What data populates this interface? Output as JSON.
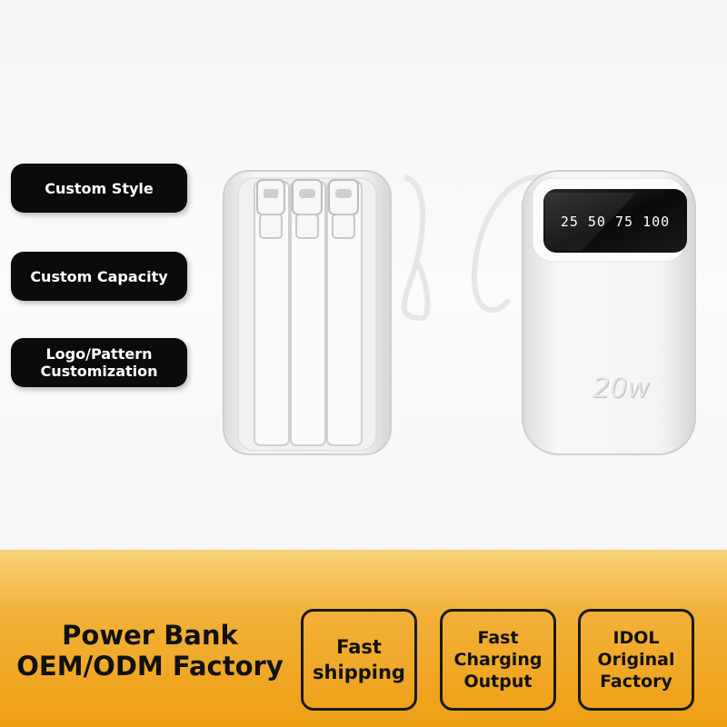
{
  "features": [
    {
      "label": "Custom Style"
    },
    {
      "label": "Custom Capacity"
    },
    {
      "label": "Logo/Pattern\nCustomization"
    }
  ],
  "banner": {
    "title_line1": "Power Bank",
    "title_line2": "OEM/ODM Factory",
    "boxes": [
      {
        "text": "Fast\nshipping"
      },
      {
        "text": "Fast\nCharging\nOutput"
      },
      {
        "text": "IDOL\nOriginal\nFactory"
      }
    ]
  },
  "product": {
    "display_text": "25 50 75 100",
    "wattage": "20w"
  }
}
